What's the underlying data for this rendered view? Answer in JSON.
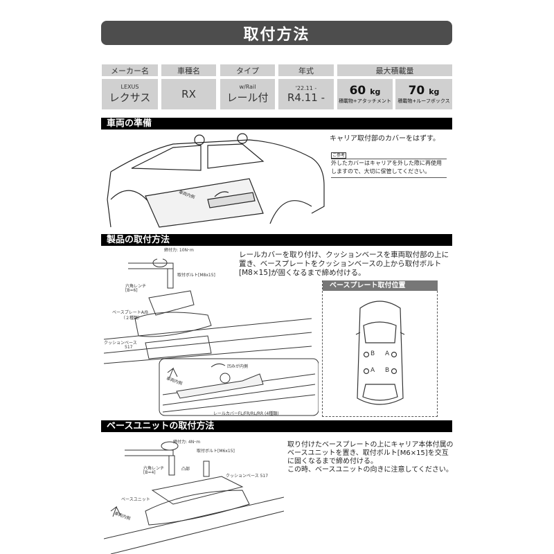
{
  "title": "取付方法",
  "spec_table": {
    "headers": [
      "メーカー名",
      "車種名",
      "タイプ",
      "年式",
      "最大積載量"
    ],
    "maker": {
      "sub": "LEXUS",
      "main": "レクサス"
    },
    "model": {
      "main": "RX"
    },
    "type": {
      "sub": "w/Rail",
      "main": "レール付"
    },
    "year": {
      "sub": "'22.11 -",
      "main": "R4.11 -"
    },
    "load": [
      {
        "value": "60",
        "unit": "kg",
        "note": "積載物+アタッチメント"
      },
      {
        "value": "70",
        "unit": "kg",
        "note": "積載物+ルーフボックス"
      }
    ]
  },
  "section1": {
    "heading": "車両の準備",
    "instruction": "キャリア取付部のカバーをはずす。",
    "note_tag": "ご参考",
    "note": "外したカバーはキャリアを外した際に再使用しますので、大切に保管してください。",
    "arrow_label": "車両内側"
  },
  "section2": {
    "heading": "製品の取付方法",
    "instruction": "レールカバーを取り付け、クッションベースを車両取付部の上に置き、ベースプレートをクッションベースの上から取付ボルト[M8×15]が固くなるまで締め付ける。",
    "labels": {
      "torque": "締付力: 10N･m",
      "bolt": "取付ボルト[M8x15]",
      "wrench": "六角レンチ",
      "wrench_size": "[B=6]",
      "base_plate": "ベースプレートA/B",
      "base_plate_types": "（２種類）",
      "cushion": "クッションベース",
      "cushion_no": "517",
      "recess": "凹みが内側",
      "vehicle_inside": "車両内側",
      "rail_cover": "レールカバーFL/FR/RL/RR (4種類)"
    },
    "position_box": {
      "title": "ベースプレート取付位置",
      "markers": [
        "B",
        "A",
        "A",
        "B"
      ]
    }
  },
  "section3": {
    "heading": "ベースユニットの取付方法",
    "instruction": "取り付けたベースプレートの上にキャリア本体付属のベースユニットを置き、取付ボルト[M6×15]を交互に固くなるまで締め付ける。",
    "instruction2": "この時、ベースユニットの向きに注意してください。",
    "labels": {
      "torque": "締付力: 4N･m",
      "bolt": "取付ボルト[M6x15]",
      "wrench": "六角レンチ",
      "wrench_size": "[B=4]",
      "convex": "凸部",
      "cushion": "クッションベース 517",
      "base_unit": "ベースユニット",
      "vehicle_inside": "車両内側"
    }
  }
}
